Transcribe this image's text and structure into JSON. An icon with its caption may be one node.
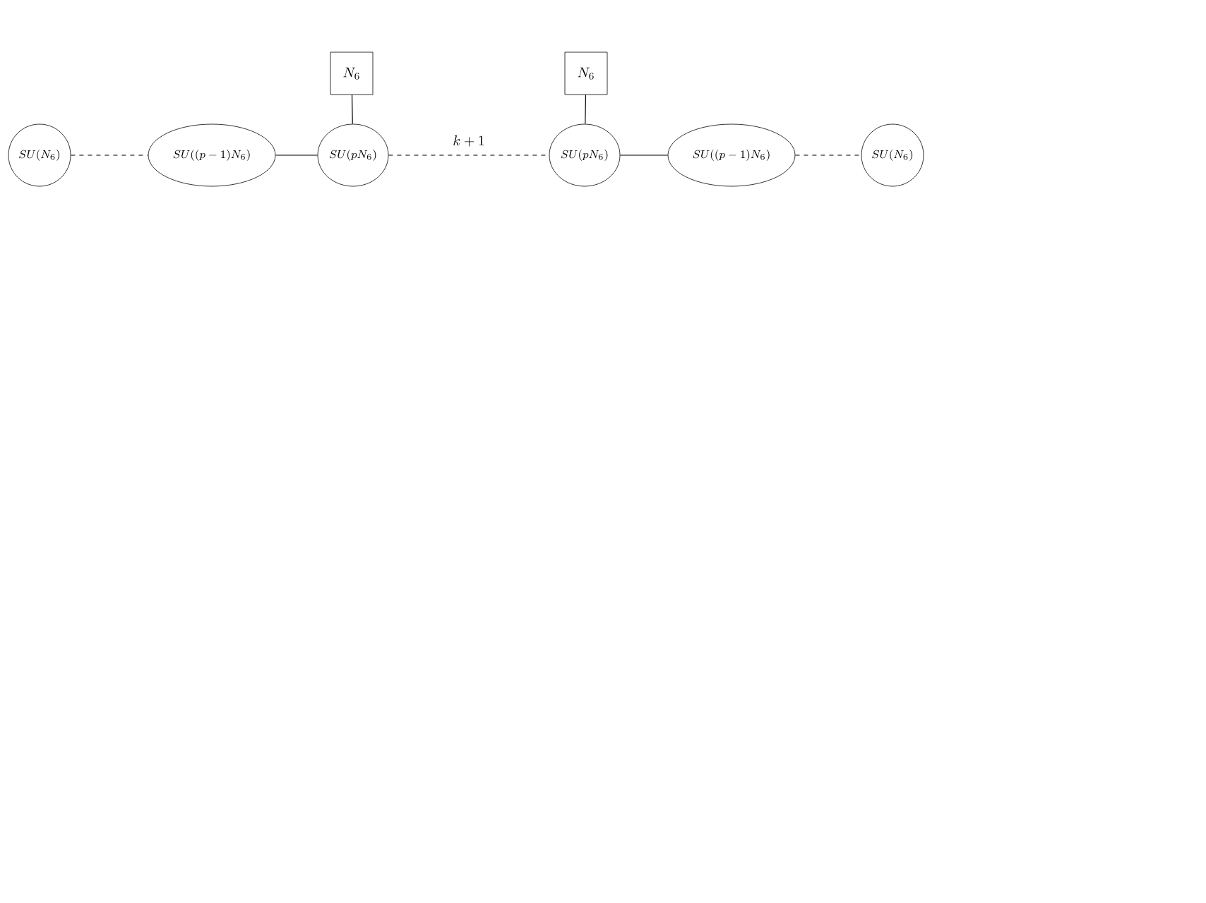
{
  "diagram": {
    "nodes": [
      {
        "text": [
          "SU(N_6)"
        ]
      },
      {
        "text": [
          "SU((p-1)N_6)"
        ]
      },
      {
        "text": [
          "N_6"
        ]
      },
      {
        "text": [
          "SU(pN_6)"
        ]
      },
      {
        "text": [
          "N_6"
        ]
      },
      {
        "text": [
          "SU(pN_6)"
        ]
      },
      {
        "text": [
          "SU((p-1)N_6)"
        ]
      },
      {
        "text": [
          "SU(N_6)"
        ]
      }
    ],
    "edges": [
      {
        "from": 0,
        "to": 1,
        "arrow": "none",
        "style": "dashed"
      },
      {
        "from": 1,
        "to": 3,
        "arrow": "none"
      },
      {
        "from": 2,
        "to": 3,
        "arrow": "none"
      },
      {
        "from": 3,
        "to": 5,
        "arrow": "none",
        "style": "dashed",
        "label": "k+1"
      },
      {
        "from": 4,
        "to": 5,
        "arrow": "none"
      },
      {
        "from": 5,
        "to": 6,
        "arrow": "none"
      },
      {
        "from": 6,
        "to": 7,
        "arrow": "none",
        "style": "dashed"
      }
    ]
  }
}
